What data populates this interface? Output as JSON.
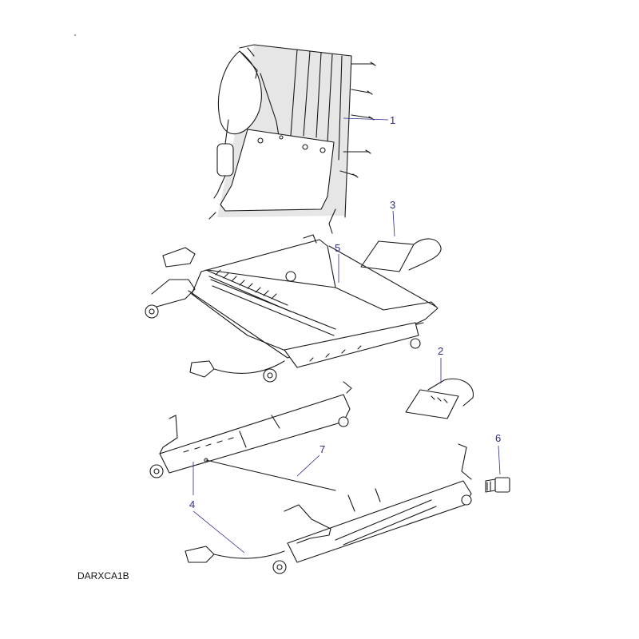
{
  "diagram": {
    "code": "DARXCA1B",
    "callouts": [
      "1",
      "2",
      "3",
      "4",
      "5",
      "6",
      "7"
    ]
  }
}
